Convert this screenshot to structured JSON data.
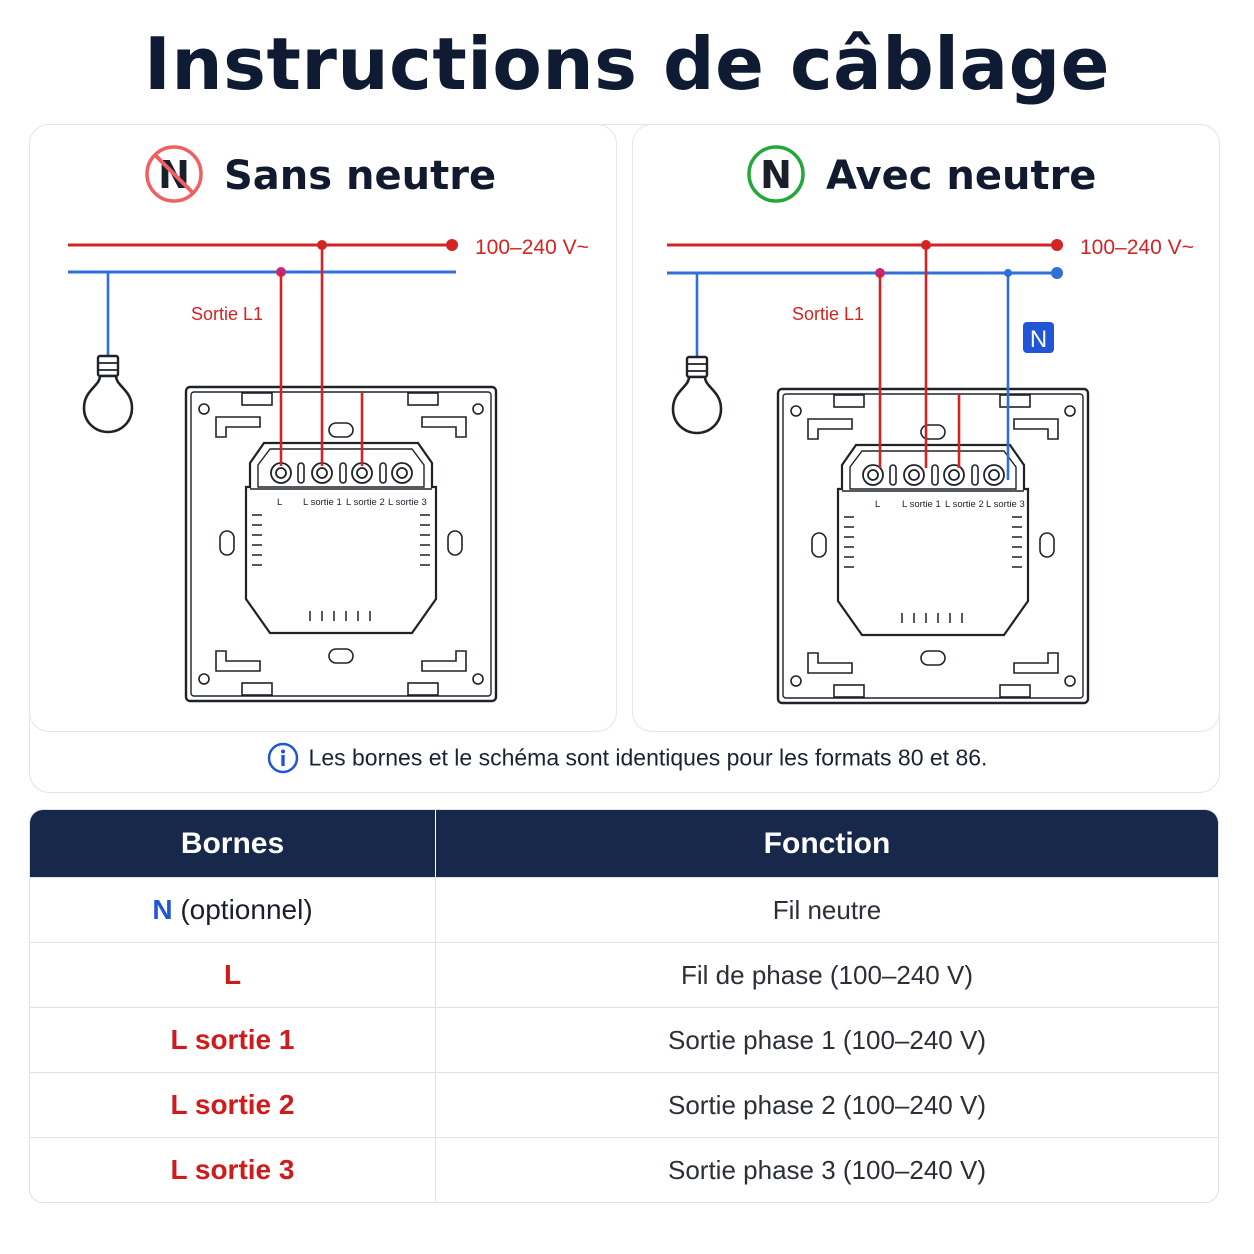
{
  "title": "Instructions de câblage",
  "left_panel": {
    "heading": "Sans neutre",
    "icon_letter": "N",
    "voltage": "100–240 V~",
    "output_label": "Sortie L1",
    "terminals": [
      "L",
      "L sortie 1",
      "L sortie 2",
      "L sortie 3"
    ]
  },
  "right_panel": {
    "heading": "Avec neutre",
    "icon_letter": "N",
    "voltage": "100–240 V~",
    "output_label": "Sortie L1",
    "neutral_tag": "N",
    "terminals": [
      "L",
      "L sortie 1",
      "L sortie 2",
      "L sortie 3"
    ]
  },
  "note": "Les bornes et le schéma sont identiques pour les formats 80 et 86.",
  "table": {
    "headers": [
      "Bornes",
      "Fonction"
    ],
    "rows": [
      {
        "term_prefix": "N",
        "term_suffix": " (optionnel)",
        "function": "Fil neutre"
      },
      {
        "term_prefix": "L",
        "term_suffix": "",
        "function": "Fil de phase (100–240 V)"
      },
      {
        "term_prefix": "L sortie 1",
        "term_suffix": "",
        "function": "Sortie phase 1 (100–240 V)"
      },
      {
        "term_prefix": "L sortie 2",
        "term_suffix": "",
        "function": "Sortie phase 2 (100–240 V)"
      },
      {
        "term_prefix": "L sortie 3",
        "term_suffix": "",
        "function": "Sortie phase 3 (100–240 V)"
      }
    ]
  },
  "colors": {
    "phase_wire": "#d42323",
    "neutral_wire": "#2f6fd8",
    "header_bg": "#17284a",
    "no_neutral_icon": "#f06060",
    "neutral_icon": "#22a83a"
  }
}
